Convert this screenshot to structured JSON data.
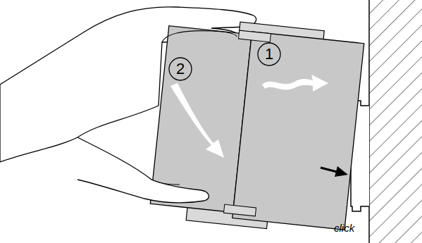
{
  "diagram": {
    "labels": [
      "1",
      "2",
      "click"
    ]
  }
}
